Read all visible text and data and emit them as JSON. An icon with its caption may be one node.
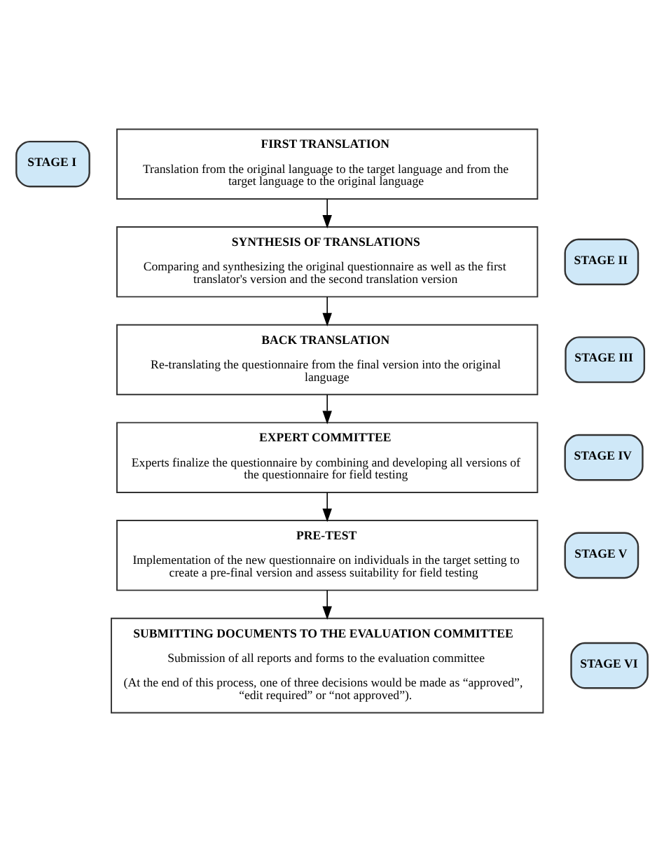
{
  "diagram": {
    "nodes": [
      {
        "text": [
          "STAGE I"
        ]
      },
      {
        "text": [
          "FIRST TRANSLATION",
          "Translation from the original language to the target language and from the target language to the original language"
        ]
      },
      {
        "text": [
          "STAGE II"
        ]
      },
      {
        "text": [
          "SYNTHESIS OF TRANSLATIONS",
          "Comparing and synthesizing the original questionnaire as well as the first translator's version and the second translation version"
        ]
      },
      {
        "text": [
          "STAGE III"
        ]
      },
      {
        "text": [
          "BACK TRANSLATION",
          "Re-translating the questionnaire from the final version into the original language"
        ]
      },
      {
        "text": [
          "STAGE IV"
        ]
      },
      {
        "text": [
          "EXPERT COMMITTEE",
          "Experts finalize the questionnaire by combining and developing all versions of the questionnaire for field testing"
        ]
      },
      {
        "text": [
          "STAGE V"
        ]
      },
      {
        "text": [
          "PRE-TEST",
          "Implementation of the new questionnaire on individuals in the target setting to create a pre-final version and assess suitability for field testing"
        ]
      },
      {
        "text": [
          "STAGE VI"
        ]
      },
      {
        "text": [
          "SUBMITTING DOCUMENTS TO THE EVALUATION COMMITTEE",
          "Submission of all reports and forms to the evaluation committee",
          "(At the end of this process, one of three decisions would be made as “approved”, “edit required” or “not approved”)."
        ]
      }
    ],
    "edges": [
      {
        "from": 1,
        "to": 3,
        "arrow": "to"
      },
      {
        "from": 3,
        "to": 5,
        "arrow": "to"
      },
      {
        "from": 5,
        "to": 7,
        "arrow": "to"
      },
      {
        "from": 7,
        "to": 9,
        "arrow": "to"
      },
      {
        "from": 9,
        "to": 11,
        "arrow": "to"
      }
    ]
  }
}
